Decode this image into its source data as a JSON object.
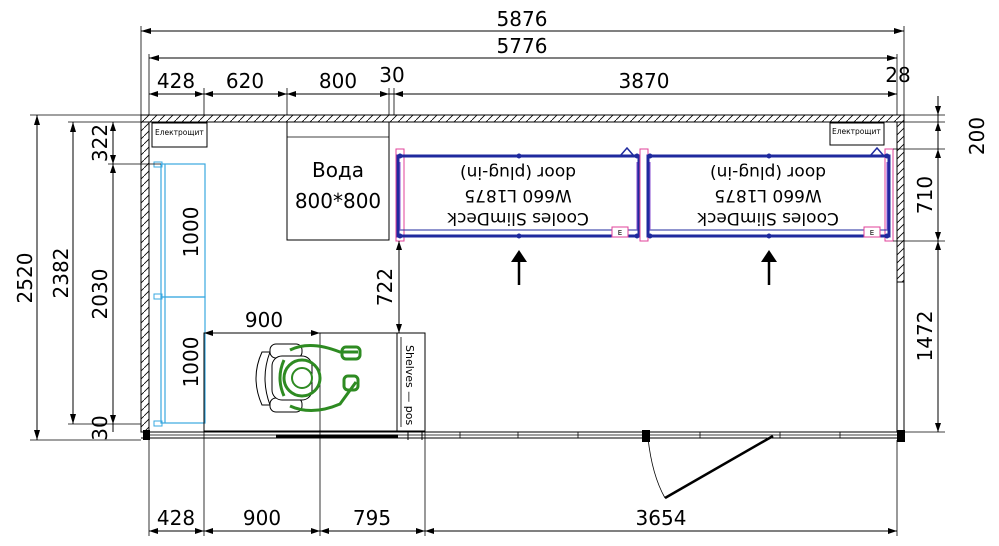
{
  "dimensions": {
    "total_outer": "5876",
    "total_inner": "5776",
    "top_428": "428",
    "top_620": "620",
    "top_800": "800",
    "top_30": "30",
    "top_3870": "3870",
    "top_28": "28",
    "left_2520": "2520",
    "left_2382": "2382",
    "left_322": "322",
    "left_2030": "2030",
    "left_30": "30",
    "right_200": "200",
    "right_710": "710",
    "right_1472": "1472",
    "mid_722": "722",
    "mid_900": "900",
    "shelf_1000_a": "1000",
    "shelf_1000_b": "1000",
    "bottom_428": "428",
    "bottom_900": "900",
    "bottom_795": "795",
    "bottom_3654": "3654"
  },
  "labels": {
    "panel_left": "Електрощит",
    "panel_right": "Електрощит",
    "water_line1": "Вода",
    "water_line2": "800*800",
    "cooler1_line1": "Cooles SlimDeck",
    "cooler1_line2": "W660 L1875",
    "cooler1_line3": "door (plug-in)",
    "cooler2_line1": "Cooles SlimDeck",
    "cooler2_line2": "W660 L1875",
    "cooler2_line3": "door (plug-in)",
    "shelves": "Shelves — pos",
    "cooler_tag1": "E",
    "cooler_tag2": "E"
  },
  "colors": {
    "cooler_outline": "#1f2a9e",
    "cooler_tab": "#e0409a",
    "shelf_outline": "#3aa8e0",
    "person_green": "#2e8b22",
    "line": "#000000"
  }
}
